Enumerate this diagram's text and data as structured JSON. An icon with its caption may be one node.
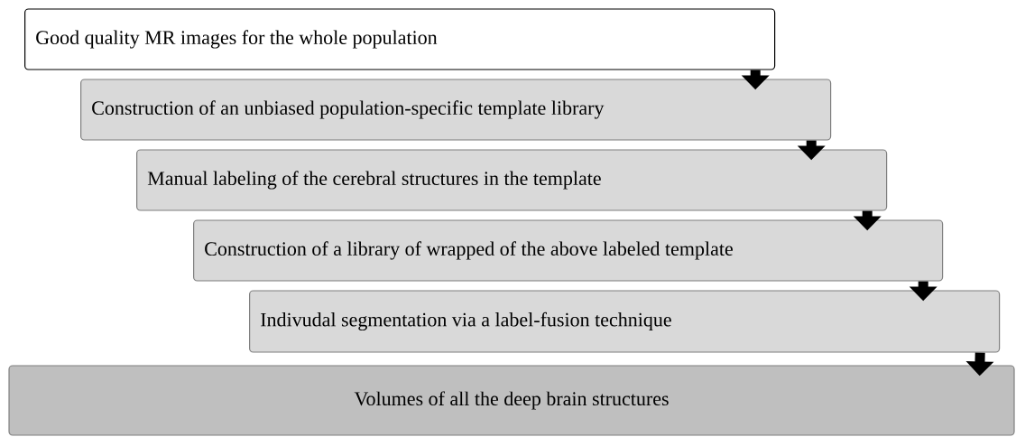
{
  "diagram": {
    "nodes": [
      {
        "text": [
          "Good quality MR images for the whole population"
        ]
      },
      {
        "text": [
          "Construction of an unbiased population-specific template library"
        ]
      },
      {
        "text": [
          "Manual labeling of the cerebral structures in the template"
        ]
      },
      {
        "text": [
          "Construction of a library of wrapped of the above labeled template"
        ]
      },
      {
        "text": [
          "Indivudal segmentation via a label-fusion technique"
        ]
      },
      {
        "text": [
          "Volumes of all the deep brain structures"
        ]
      }
    ],
    "edges": [
      {
        "from": 0,
        "to": 1,
        "arrow": "to"
      },
      {
        "from": 1,
        "to": 2,
        "arrow": "to"
      },
      {
        "from": 2,
        "to": 3,
        "arrow": "to"
      },
      {
        "from": 3,
        "to": 4,
        "arrow": "to"
      },
      {
        "from": 4,
        "to": 5,
        "arrow": "to"
      }
    ]
  }
}
